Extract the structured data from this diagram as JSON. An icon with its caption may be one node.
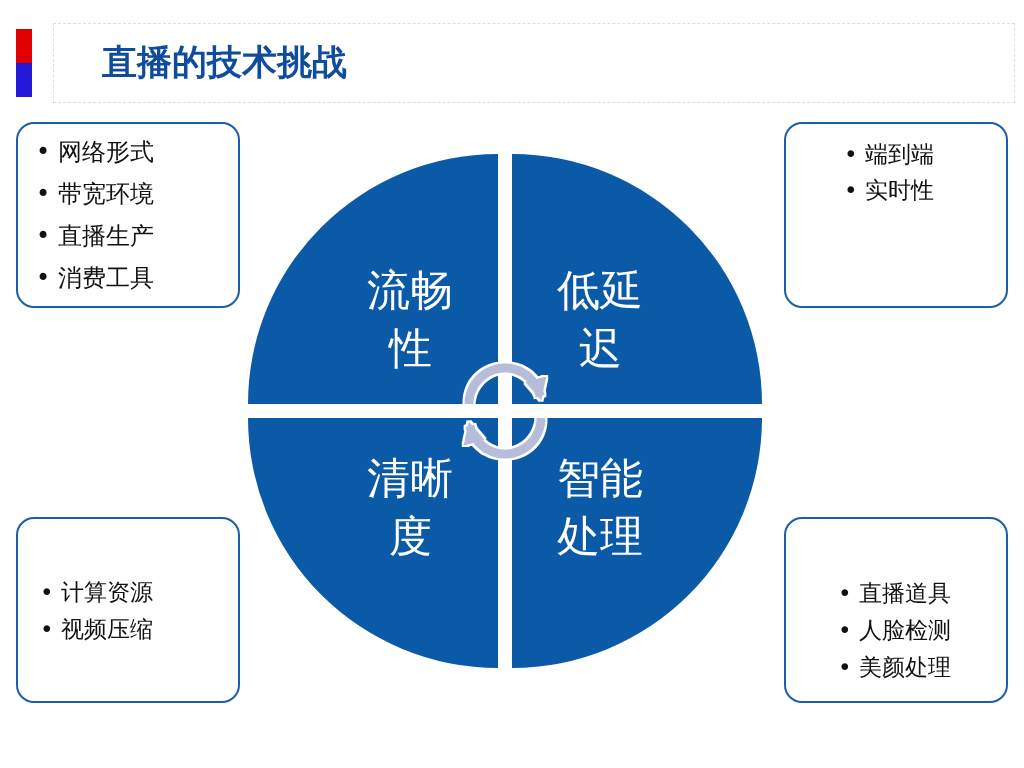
{
  "diagram": {
    "title": "直播的技术挑战",
    "nodes": [
      {
        "text": [
          "流畅性"
        ]
      },
      {
        "text": [
          "低延迟"
        ]
      },
      {
        "text": [
          "清晰度"
        ]
      },
      {
        "text": [
          "智能处理"
        ]
      },
      {
        "text": [
          "• 网络形式",
          "• 带宽环境",
          "• 直播生产",
          "• 消费工具"
        ]
      },
      {
        "text": [
          "• 端到端",
          "• 实时性"
        ]
      },
      {
        "text": [
          "• 计算资源",
          "• 视频压缩"
        ]
      },
      {
        "text": [
          "• 直播道具",
          "• 人脸检测",
          "• 美颜处理"
        ]
      }
    ],
    "edges": [
      {
        "from": 0,
        "to": 1,
        "arrow": "to"
      },
      {
        "from": 3,
        "to": 2,
        "arrow": "to"
      }
    ]
  }
}
